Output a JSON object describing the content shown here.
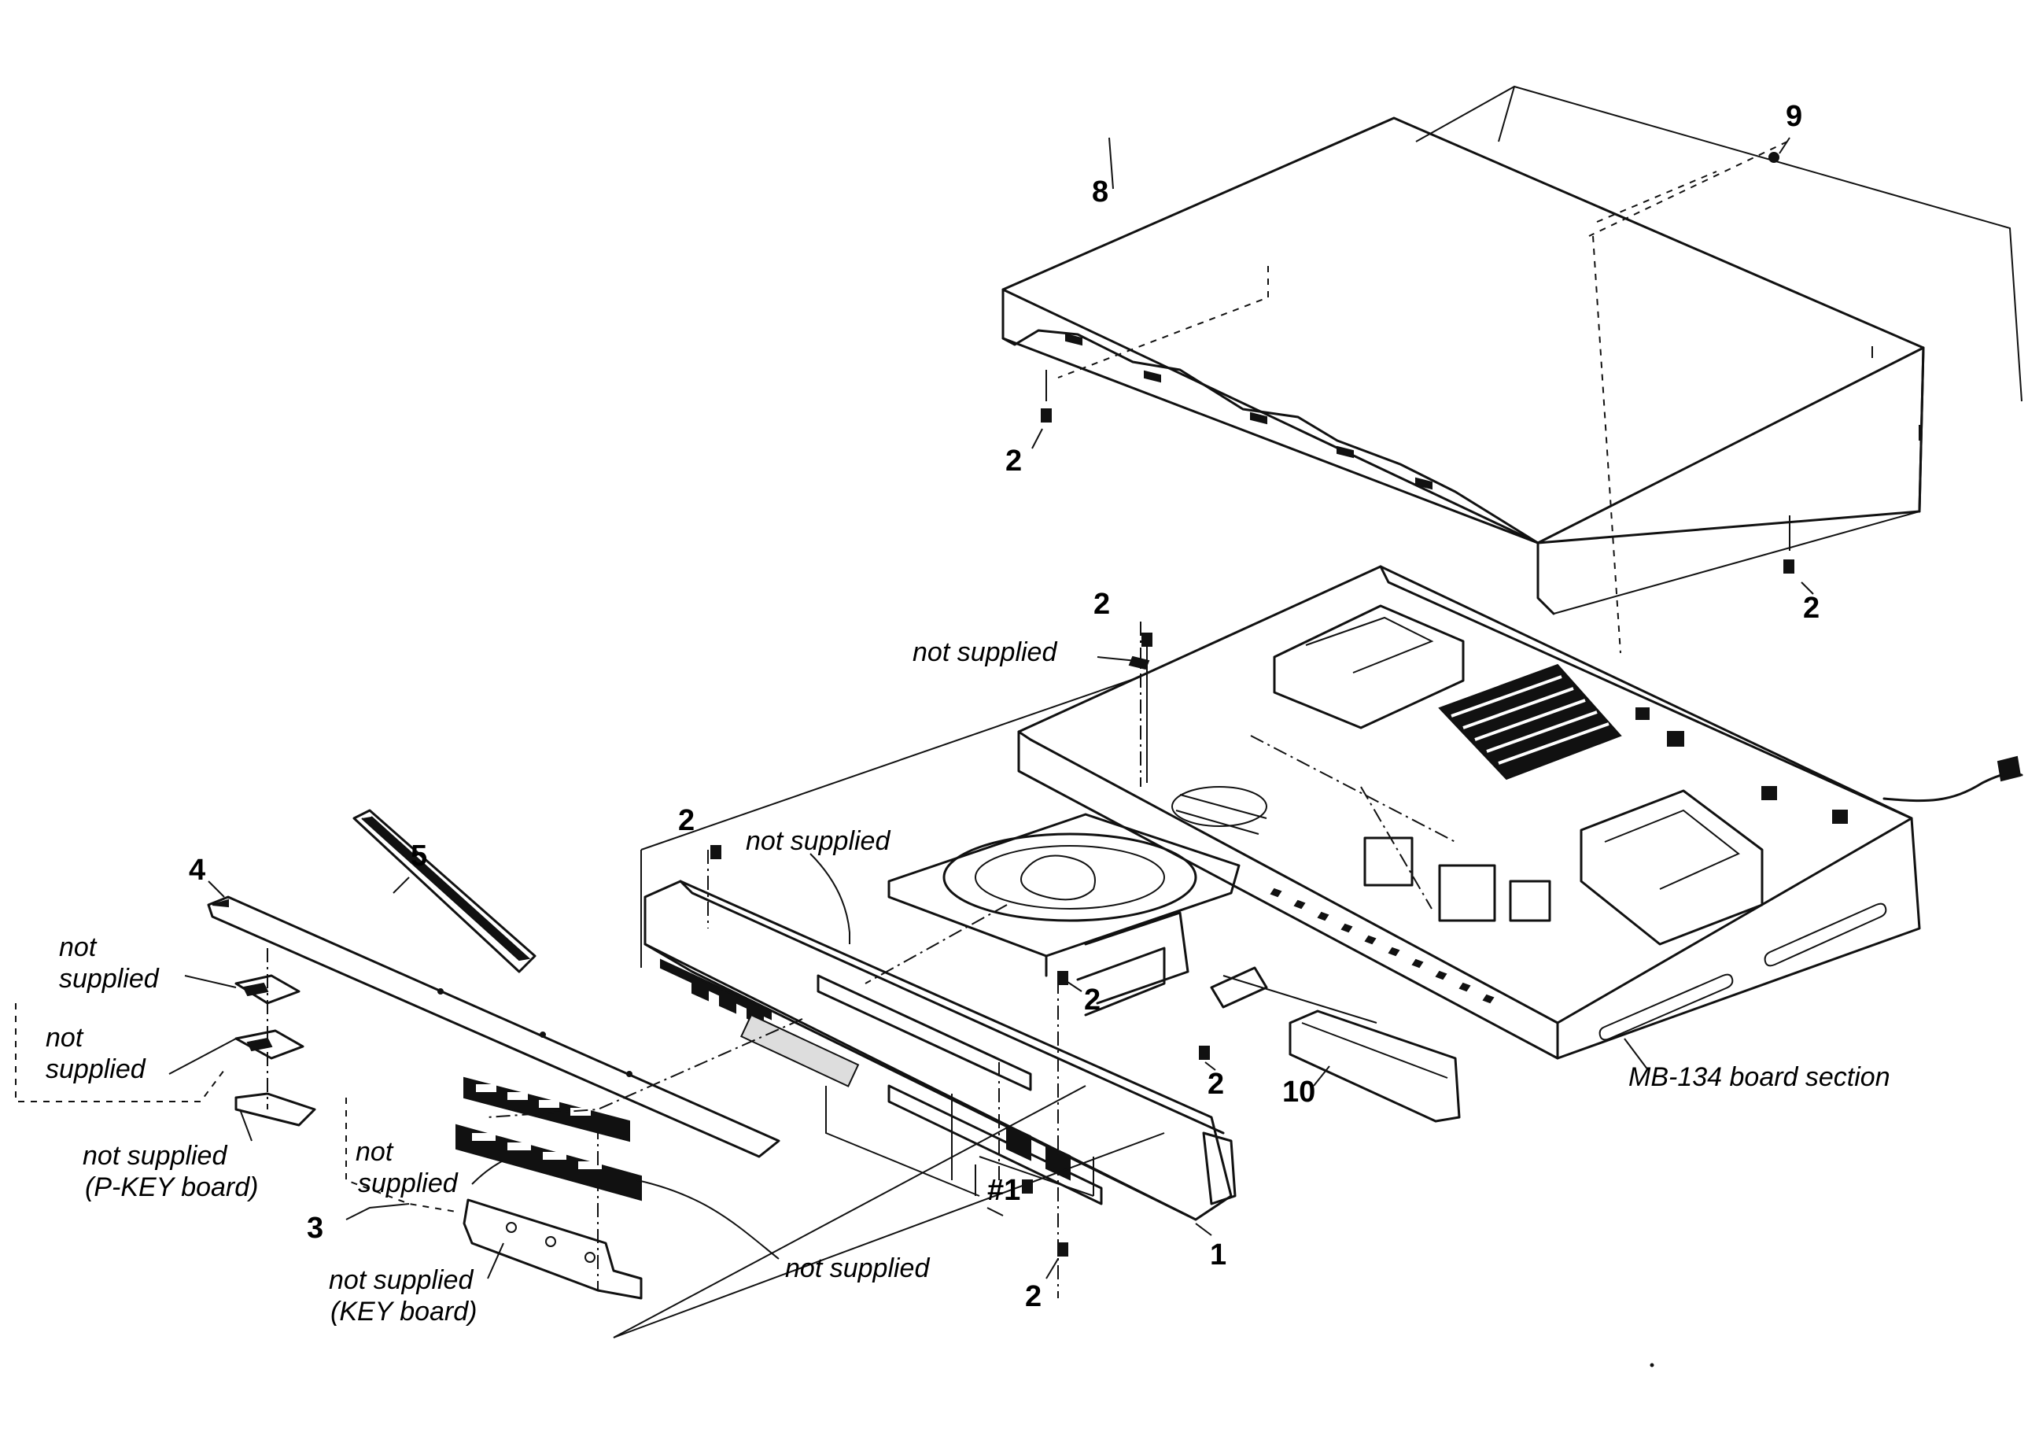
{
  "part_numbers": {
    "p1": "1",
    "p2": "2",
    "p3": "3",
    "p4": "4",
    "p5": "5",
    "p8": "8",
    "p9": "9",
    "p10": "10",
    "hash1": "#1"
  },
  "labels": {
    "not_supplied": "not supplied",
    "not": "not",
    "supplied": "supplied",
    "p_key_board": "(P-KEY board)",
    "key_board": "(KEY board)",
    "mb_board": "MB-134 board section"
  }
}
